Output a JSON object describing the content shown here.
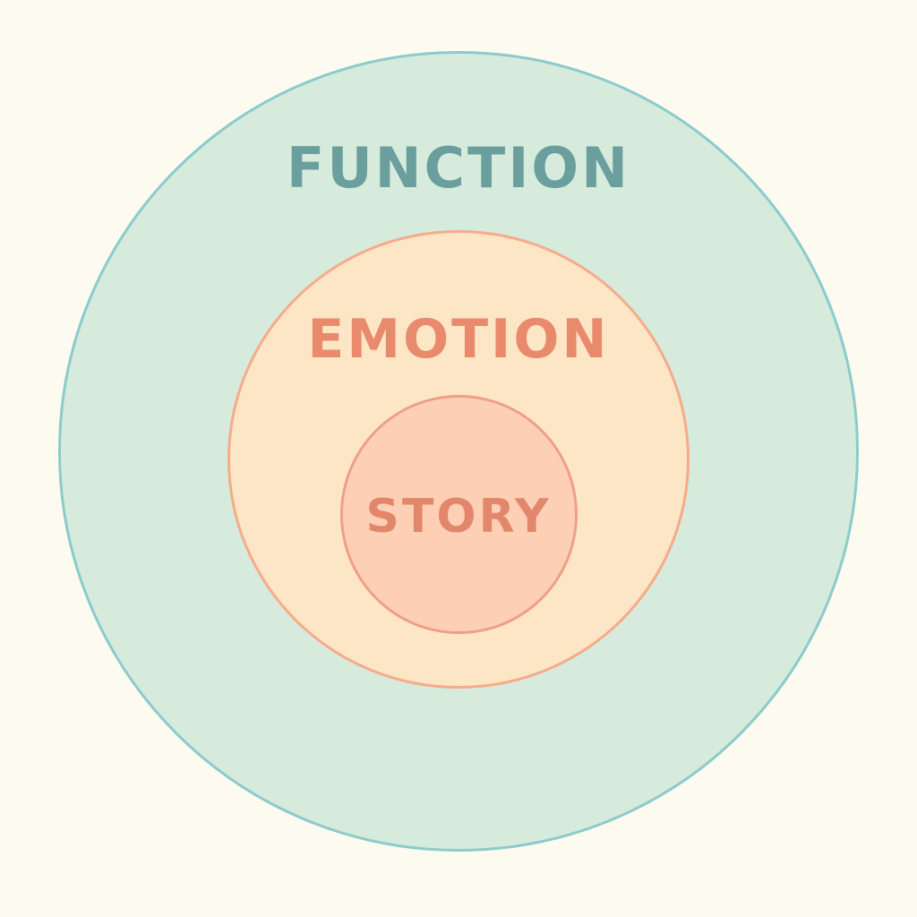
{
  "diagram": {
    "rings": [
      {
        "label": "FUNCTION",
        "fill": "#d6ebdc",
        "stroke": "#8ccbcb",
        "text_color": "#6a9f9e"
      },
      {
        "label": "EMOTION",
        "fill": "#fde6c6",
        "stroke": "#f6ab8a",
        "text_color": "#e88a6b"
      },
      {
        "label": "STORY",
        "fill": "#fdd0b5",
        "stroke": "#ef9f88",
        "text_color": "#e2876c"
      }
    ]
  }
}
